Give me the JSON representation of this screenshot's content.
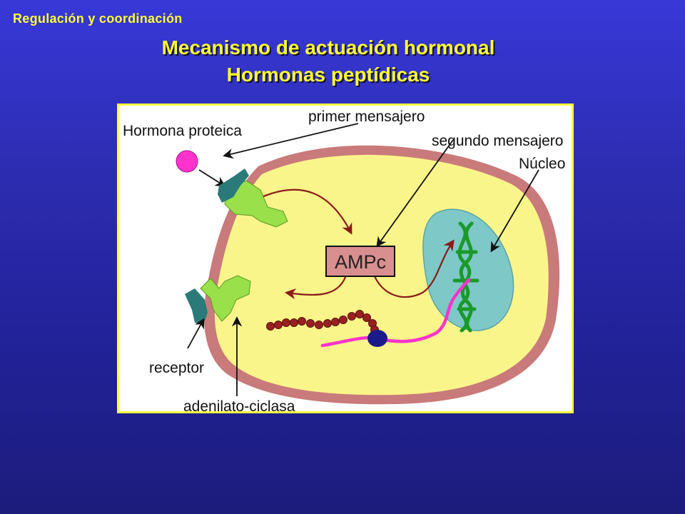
{
  "slide": {
    "section": "Regulación y coordinación",
    "title_line1": "Mecanismo de actuación hormonal",
    "title_line2": "Hormonas peptídicas"
  },
  "diagram": {
    "labels": {
      "hormona": "Hormona proteica",
      "primer": "primer mensajero",
      "segundo": "segundo mensajero",
      "nucleo": "Núcleo",
      "receptor": "receptor",
      "adenilato": "adenilato-ciclasa",
      "ampc": "AMPc"
    },
    "colors": {
      "cytoplasm": "#faf58a",
      "membrane": "#c97a7a",
      "nucleus": "#7ec8c8",
      "hormone": "#ff33cc",
      "receptor": "#2a7a7a",
      "adenylate_cyclase": "#99e04a",
      "ampc_box": "#d98f8f",
      "pathway_arrow": "#8b1a1a",
      "dna": "#1a9a2a",
      "mrna": "#ff33cc",
      "ribosome": "#1a1a8a",
      "polypeptide": "#9a2020"
    }
  }
}
